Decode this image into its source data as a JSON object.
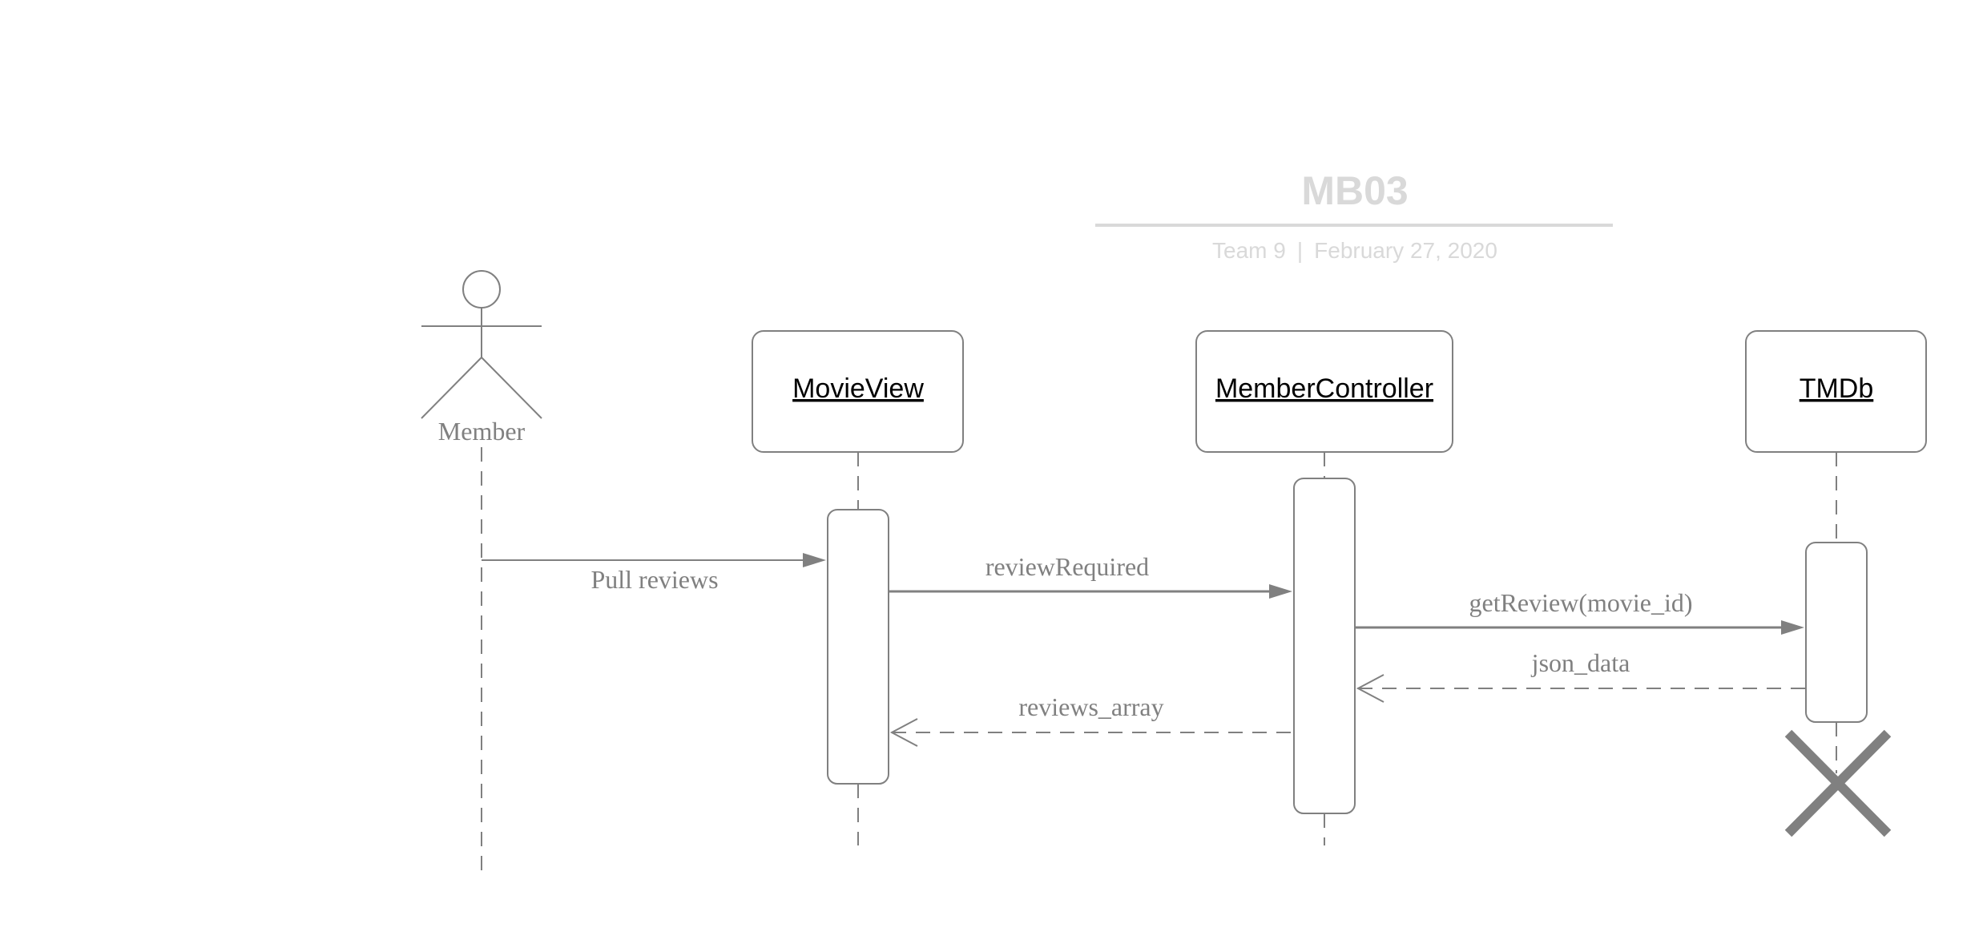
{
  "header": {
    "title": "MB03",
    "team": "Team 9",
    "separator": "|",
    "date": "February 27, 2020"
  },
  "actor": {
    "label": "Member"
  },
  "participants": {
    "movieview": "MovieView",
    "membercontroller": "MemberController",
    "tmdb": "TMDb"
  },
  "messages": {
    "pull_reviews": "Pull reviews",
    "review_required": "reviewRequired",
    "get_review": "getReview(movie_id)",
    "json_data": "json_data",
    "reviews_array": "reviews_array"
  },
  "colors": {
    "line": "#808080",
    "box_stroke": "#808080",
    "header_text": "#d9d9d9",
    "participant_text": "#000000",
    "message_text": "#808080",
    "destroy_mark": "#808080"
  }
}
